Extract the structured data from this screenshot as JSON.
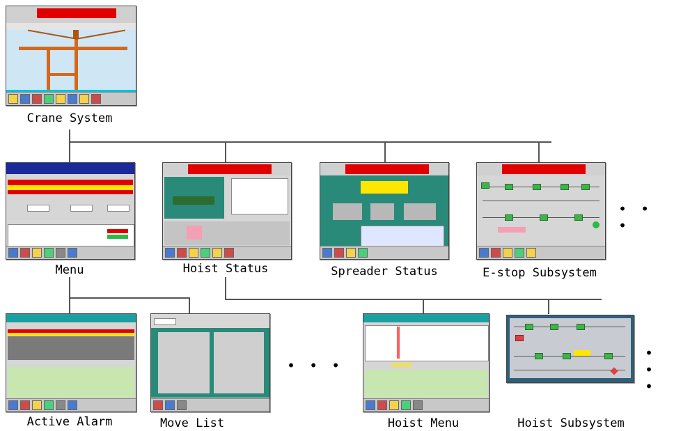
{
  "screens": {
    "crane_system": "Crane System",
    "menu": "Menu",
    "hoist_status": "Hoist Status",
    "spreader_status": "Spreader Status",
    "estop_subsystem": "E-stop Subsystem",
    "active_alarm": "Active Alarm",
    "move_list": "Move List",
    "hoist_menu": "Hoist Menu",
    "hoist_subsystem": "Hoist Subsystem"
  },
  "more_indicator": "• • •",
  "colors": {
    "alarm_red": "#e00000",
    "title_blue": "#1a2a9a",
    "panel_teal": "#2a8a7a",
    "crane_orange": "#d2691e",
    "sky": "#cfe6f5"
  }
}
